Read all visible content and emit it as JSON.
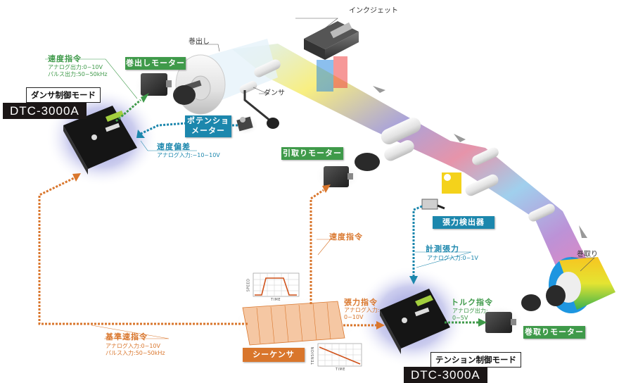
{
  "colors": {
    "green": "#3f9a4a",
    "blue": "#1c87ad",
    "orange": "#d9762c",
    "dark": "#1b1616"
  },
  "equipment_labels": {
    "inkjet": "インクジェット",
    "unwind": "巻出し",
    "dancer": "ダンサ",
    "rewind": "巻取り"
  },
  "component_tags": {
    "unwind_motor": "巻出しモーター",
    "potentiometer_line1": "ポテンショ",
    "potentiometer_line2": "メーター",
    "pull_motor": "引取りモーター",
    "tension_detector": "張力検出器",
    "sequencer": "シーケンサ",
    "rewind_motor": "巻取りモーター"
  },
  "controllers": [
    {
      "mode": "ダンサ制御モード",
      "model": "DTC-3000A"
    },
    {
      "mode": "テンション制御モード",
      "model": "DTC-3000A"
    }
  ],
  "signals": {
    "speed_command_top": {
      "title": "速度指令",
      "lines": [
        "アナログ出力:0~10V",
        "パルス出力:50~50kHz"
      ]
    },
    "speed_deviation": {
      "title": "速度偏差",
      "lines": [
        "アナログ入力:−10~10V"
      ]
    },
    "speed_command_pull": {
      "title": "速度指令",
      "lines": []
    },
    "measured_tension": {
      "title": "計測張力",
      "lines": [
        "アナログ入力:0~1V"
      ]
    },
    "tension_command": {
      "title": "張力指令",
      "lines": [
        "アナログ入力:",
        "0~10V"
      ]
    },
    "torque_command": {
      "title": "トルク指令",
      "lines": [
        "アナログ出力:",
        "0~5V"
      ]
    },
    "reference_speed": {
      "title": "基準速指令",
      "lines": [
        "アナログ入力:0~10V",
        "パルス入力:50~50kHz"
      ]
    }
  },
  "mini_charts": [
    {
      "ylabel": "SPEED",
      "xlabel": "TIME",
      "shape": "trapezoid"
    },
    {
      "ylabel": "TENSION",
      "xlabel": "TIME",
      "shape": "decreasing"
    }
  ]
}
